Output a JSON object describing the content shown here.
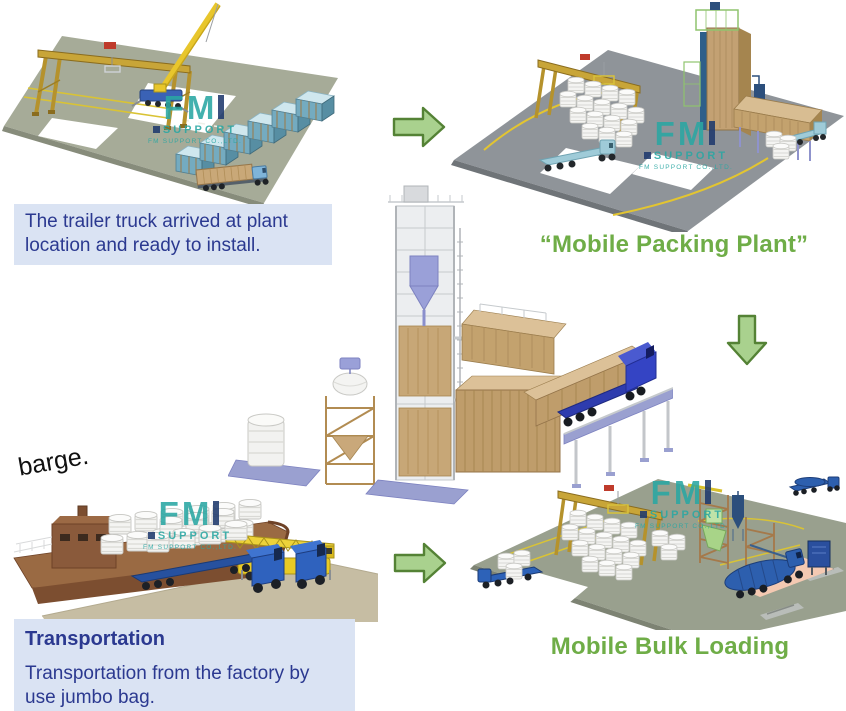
{
  "colors": {
    "accent_green": "#6fad47",
    "arrow_fill": "#a9d18e",
    "arrow_border": "#548235",
    "caption_bg": "#dae3f3",
    "caption_text": "#2b3990",
    "logo_teal": "#2aa7a3",
    "logo_navy": "#1f3a6e"
  },
  "captions": {
    "arrival_line1": "The trailer truck arrived at plant",
    "arrival_line2": "location and ready to install.",
    "transportation_title": "Transportation",
    "transportation_line1": "Transportation from the factory by",
    "transportation_line2": "use jumbo bag."
  },
  "labels": {
    "packing_plant": "“Mobile Packing Plant”",
    "bulk_loading": "Mobile Bulk Loading",
    "barge": "barge."
  },
  "watermark": {
    "brand": "FM",
    "word": "SUPPORT",
    "company": "FM SUPPORT CO.,LTD."
  }
}
